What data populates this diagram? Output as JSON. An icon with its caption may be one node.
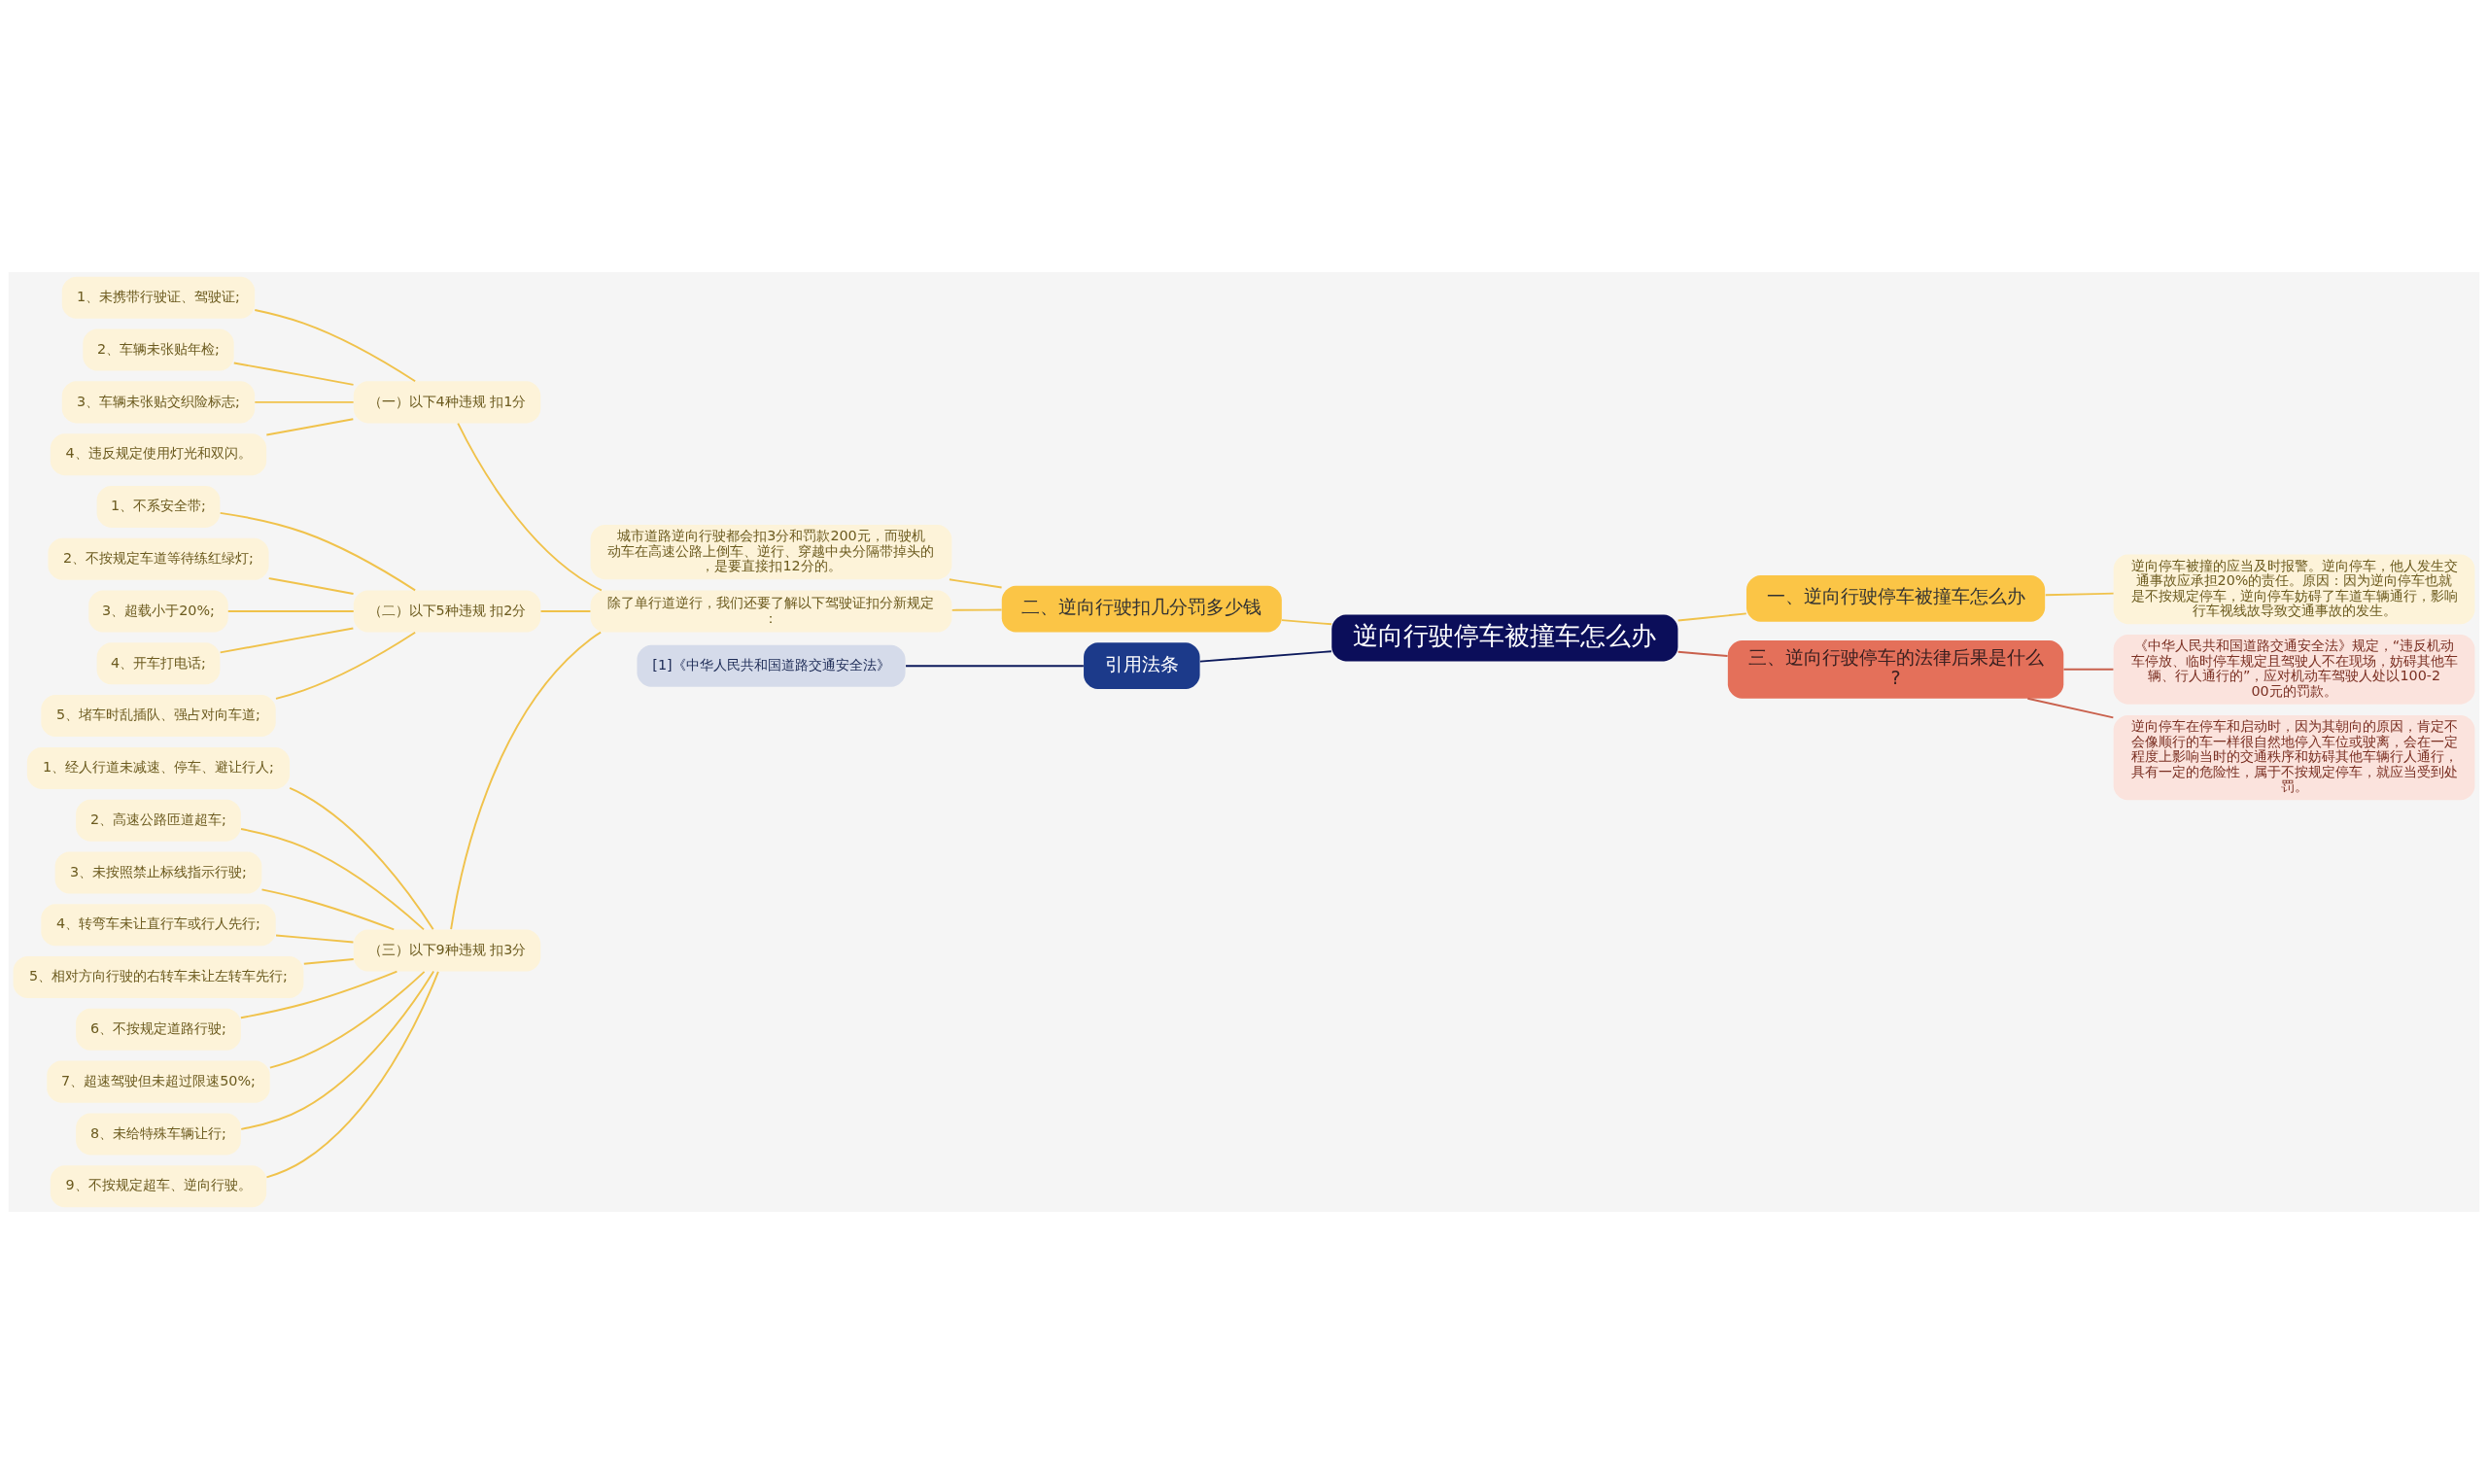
{
  "diagram": {
    "nodes": [
      {
        "text": [
          "逆向行驶停车被撞车怎么办"
        ]
      },
      {
        "text": [
          "二、逆向行驶扣几分罚多少钱"
        ]
      },
      {
        "text": [
          "城市道路逆向行驶都会扣3分和罚款200元，而驶机动车在高速公路上倒车、逆行、穿越中央分隔带掉头的，是要直接扣12分的。"
        ]
      },
      {
        "text": [
          "除了单行道逆行，我们还要了解以下驾驶证扣分新规定："
        ]
      },
      {
        "text": [
          "（一）以下4种违规 扣1分"
        ]
      },
      {
        "text": [
          "1、未携带行驶证、驾驶证;"
        ]
      },
      {
        "text": [
          "2、车辆未张贴年检;"
        ]
      },
      {
        "text": [
          "3、车辆未张贴交织险标志;"
        ]
      },
      {
        "text": [
          "4、违反规定使用灯光和双闪。"
        ]
      },
      {
        "text": [
          "（二）以下5种违规 扣2分"
        ]
      },
      {
        "text": [
          "1、不系安全带;"
        ]
      },
      {
        "text": [
          "2、不按规定车道等待练红绿灯;"
        ]
      },
      {
        "text": [
          "3、超载小于20%;"
        ]
      },
      {
        "text": [
          "4、开车打电话;"
        ]
      },
      {
        "text": [
          "5、堵车时乱插队、强占对向车道;"
        ]
      },
      {
        "text": [
          "（三）以下9种违规 扣3分"
        ]
      },
      {
        "text": [
          "1、经人行道未减速、停车、避让行人;"
        ]
      },
      {
        "text": [
          "2、高速公路匝道超车;"
        ]
      },
      {
        "text": [
          "3、未按照禁止标线指示行驶;"
        ]
      },
      {
        "text": [
          "4、转弯车未让直行车或行人先行;"
        ]
      },
      {
        "text": [
          "5、相对方向行驶的右转车未让左转车先行;"
        ]
      },
      {
        "text": [
          "6、不按规定道路行驶;"
        ]
      },
      {
        "text": [
          "7、超速驾驶但未超过限速50%;"
        ]
      },
      {
        "text": [
          "8、未给特殊车辆让行;"
        ]
      },
      {
        "text": [
          "9、不按规定超车、逆向行驶。"
        ]
      },
      {
        "text": [
          "一、逆向行驶停车被撞车怎么办"
        ]
      },
      {
        "text": [
          "逆向停车被撞的应当及时报警。逆向停车，他人发生交通事故应承担20%的责任。原因：因为逆向停车也就是不按规定停车，逆向停车妨碍了车道车辆通行，影响行车视线故导致交通事故的发生。"
        ]
      },
      {
        "text": [
          "三、逆向行驶停车的法律后果是什么?"
        ]
      },
      {
        "text": [
          "《中华人民共和国道路交通安全法》规定，“违反机动车停放、临时停车规定且驾驶人不在现场，妨碍其他车辆、行人通行的”，应对机动车驾驶人处以100-200元的罚款。"
        ]
      },
      {
        "text": [
          "逆向停车在停车和启动时，因为其朝向的原因，肯定不会像顺行的车一样很自然地停入车位或驶离，会在一定程度上影响当时的交通秩序和妨碍其他车辆行人通行，具有一定的危险性，属于不按规定停车，就应当受到处罚。"
        ]
      },
      {
        "text": [
          "引用法条"
        ]
      },
      {
        "text": [
          "[1]《中华人民共和国道路交通安全法》"
        ]
      }
    ],
    "edges": [
      {
        "from": 1,
        "to": 0,
        "arrow": "none"
      },
      {
        "from": 2,
        "to": 1,
        "arrow": "none"
      },
      {
        "from": 3,
        "to": 1,
        "arrow": "none"
      },
      {
        "from": 4,
        "to": 3,
        "arrow": "none"
      },
      {
        "from": 5,
        "to": 4,
        "arrow": "none"
      },
      {
        "from": 6,
        "to": 4,
        "arrow": "none"
      },
      {
        "from": 7,
        "to": 4,
        "arrow": "none"
      },
      {
        "from": 8,
        "to": 4,
        "arrow": "none"
      },
      {
        "from": 9,
        "to": 3,
        "arrow": "none"
      },
      {
        "from": 10,
        "to": 9,
        "arrow": "none"
      },
      {
        "from": 11,
        "to": 9,
        "arrow": "none"
      },
      {
        "from": 12,
        "to": 9,
        "arrow": "none"
      },
      {
        "from": 13,
        "to": 9,
        "arrow": "none"
      },
      {
        "from": 14,
        "to": 9,
        "arrow": "none"
      },
      {
        "from": 15,
        "to": 3,
        "arrow": "none"
      },
      {
        "from": 16,
        "to": 15,
        "arrow": "none"
      },
      {
        "from": 17,
        "to": 15,
        "arrow": "none"
      },
      {
        "from": 18,
        "to": 15,
        "arrow": "none"
      },
      {
        "from": 19,
        "to": 15,
        "arrow": "none"
      },
      {
        "from": 20,
        "to": 15,
        "arrow": "none"
      },
      {
        "from": 21,
        "to": 15,
        "arrow": "none"
      },
      {
        "from": 22,
        "to": 15,
        "arrow": "none"
      },
      {
        "from": 23,
        "to": 15,
        "arrow": "none"
      },
      {
        "from": 24,
        "to": 15,
        "arrow": "none"
      },
      {
        "from": 0,
        "to": 25,
        "arrow": "none"
      },
      {
        "from": 25,
        "to": 26,
        "arrow": "none"
      },
      {
        "from": 0,
        "to": 27,
        "arrow": "none",
        "color": "#c9604c"
      },
      {
        "from": 27,
        "to": 28,
        "arrow": "none",
        "color": "#c9604c"
      },
      {
        "from": 27,
        "to": 29,
        "arrow": "none",
        "color": "#c9604c"
      },
      {
        "from": 30,
        "to": 0,
        "arrow": "none",
        "color": "#0d1a5c"
      },
      {
        "from": 31,
        "to": 30,
        "arrow": "none",
        "color": "#0d1a5c"
      }
    ]
  }
}
